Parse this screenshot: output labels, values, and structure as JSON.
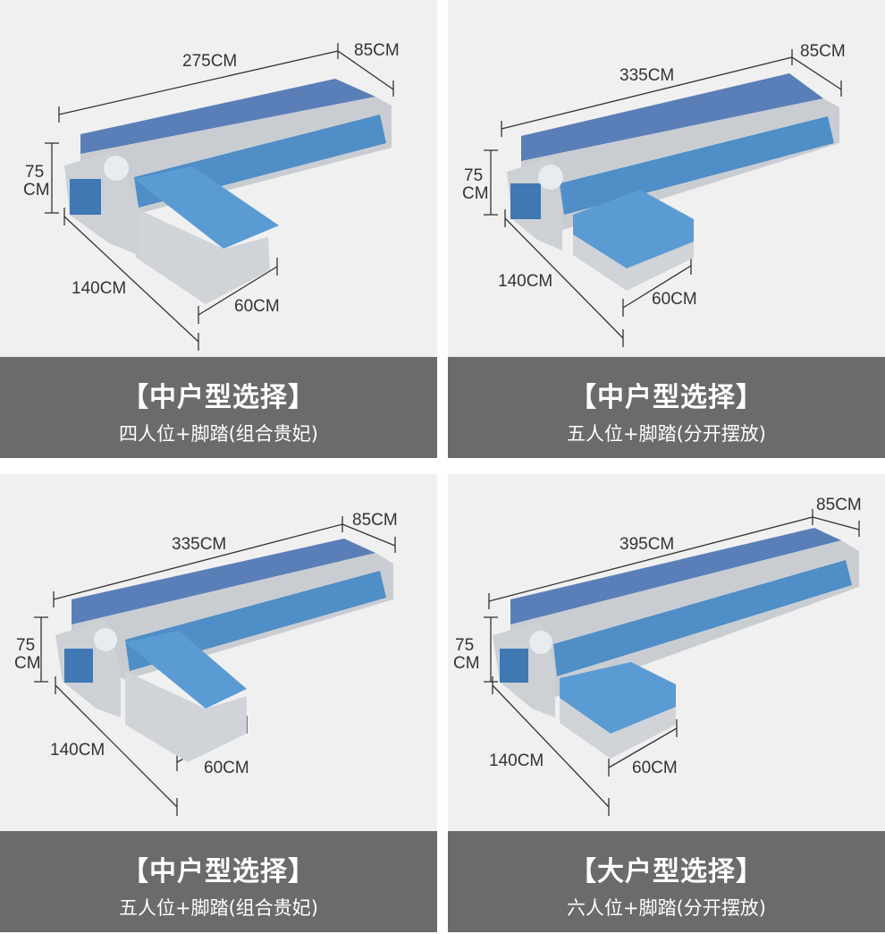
{
  "colors": {
    "panel_bg": "#f0f0f0",
    "caption_bg": "#6b6b6b",
    "caption_text": "#ffffff",
    "sofa_blue": "#4f8ec7",
    "sofa_base": "#d5d8dc",
    "dimension_line": "#333333"
  },
  "panels": [
    {
      "title": "【中户型选择】",
      "subtitle": "四人位+脚踏(组合贵妃)",
      "dims": {
        "length": "275CM",
        "depth": "85CM",
        "height_1": "75",
        "height_2": "CM",
        "chaise_length": "140CM",
        "chaise_width": "60CM"
      }
    },
    {
      "title": "【中户型选择】",
      "subtitle": "五人位+脚踏(分开摆放)",
      "dims": {
        "length": "335CM",
        "depth": "85CM",
        "height_1": "75",
        "height_2": "CM",
        "chaise_length": "140CM",
        "chaise_width": "60CM"
      }
    },
    {
      "title": "【中户型选择】",
      "subtitle": "五人位+脚踏(组合贵妃)",
      "dims": {
        "length": "335CM",
        "depth": "85CM",
        "height_1": "75",
        "height_2": "CM",
        "chaise_length": "140CM",
        "chaise_width": "60CM"
      }
    },
    {
      "title": "【大户型选择】",
      "subtitle": "六人位+脚踏(分开摆放)",
      "dims": {
        "length": "395CM",
        "depth": "85CM",
        "height_1": "75",
        "height_2": "CM",
        "chaise_length": "140CM",
        "chaise_width": "60CM"
      }
    }
  ]
}
